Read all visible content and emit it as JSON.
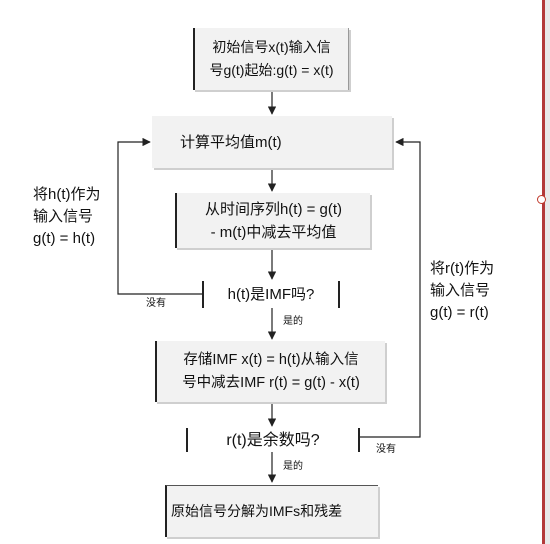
{
  "nodes": {
    "start": {
      "line1": "初始信号x(t)输入信",
      "line2": "号g(t)起始:g(t) = x(t)"
    },
    "mean": "计算平均值m(t)",
    "subtract": {
      "line1": "从时间序列h(t) = g(t)",
      "line2": "- m(t)中减去平均值"
    },
    "is_imf": "h(t)是IMF吗?",
    "store": {
      "line1": "存储IMF x(t) = h(t)从输入信",
      "line2": "号中减去IMF r(t) = g(t) - x(t)"
    },
    "is_residual": "r(t)是余数吗?",
    "end": "原始信号分解为IMFs和残差"
  },
  "side_labels": {
    "left": {
      "line1": "将h(t)作为",
      "line2": "输入信号",
      "line3": "g(t) = h(t)"
    },
    "right": {
      "line1": "将r(t)作为",
      "line2": "输入信号",
      "line3": "g(t) = r(t)"
    }
  },
  "edge_labels": {
    "no_left": "没有",
    "yes_1": "是的",
    "no_right": "没有",
    "yes_2": "是的"
  }
}
